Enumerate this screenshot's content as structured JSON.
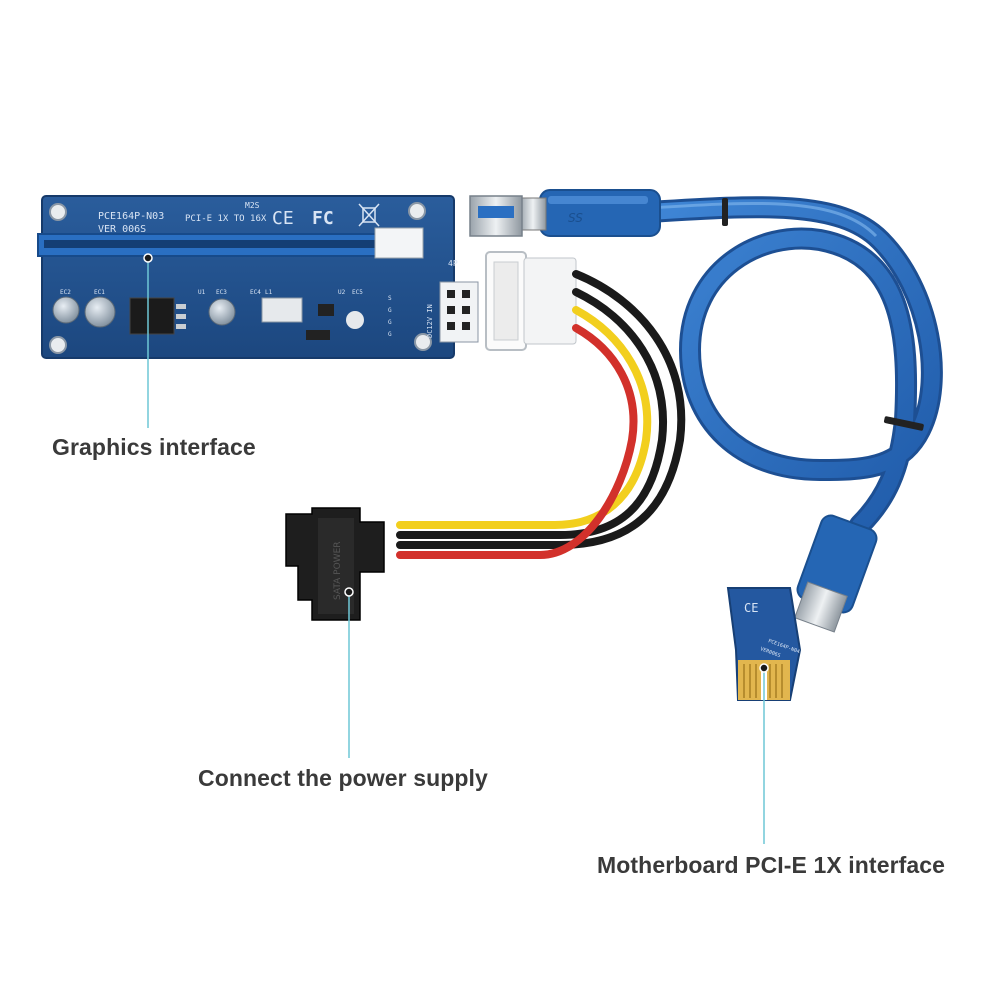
{
  "captions": {
    "graphics": "Graphics interface",
    "power": "Connect the power supply",
    "motherboard": "Motherboard PCI-E 1X interface"
  },
  "board": {
    "model": "PCE164P-N03",
    "version": "VER 006S",
    "spec": "PCI-E 1X TO 16X",
    "brand_mark": "M2S",
    "certs": [
      "CE",
      "FC"
    ],
    "dc_input": "DC12V IN",
    "molex_label": "4P",
    "cap_labels": [
      "EC2",
      "EC1",
      "EC3",
      "EC4",
      "L1",
      "U1",
      "U2",
      "EC5"
    ],
    "dc_pin_labels": [
      "S",
      "G",
      "G",
      "G"
    ]
  },
  "sata_connector": {
    "label": "SATA POWER"
  },
  "adapter_card": {
    "model": "PCE164P-N04",
    "version": "VER006S",
    "certs": [
      "CE"
    ]
  },
  "colors": {
    "pcb": "#1f4f8c",
    "usb_cable": "#2d6fbf",
    "wire_red": "#d2312b",
    "wire_yellow": "#f2cf1e",
    "wire_black": "#1a1a1a",
    "leader_line": "#6fc7d6",
    "caption_text": "#3a3a3a"
  }
}
